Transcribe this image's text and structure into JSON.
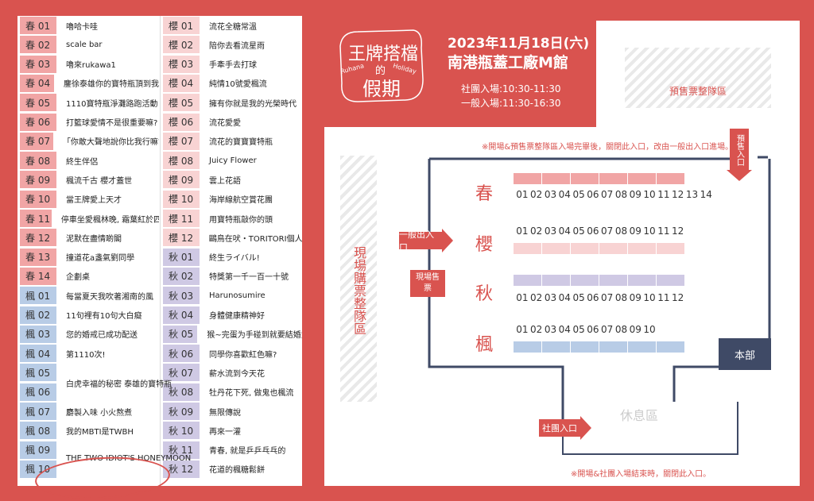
{
  "title": {
    "logo_cn": "王牌搭檔的假期",
    "logo_line1": "王牌搭檔",
    "logo_de": "的",
    "logo_line2": "假期",
    "logo_en_left": "Ruhana",
    "logo_en_right": "Holiday",
    "date": "2023年11月18日(六)",
    "venue": "南港瓶蓋工廠M館",
    "time1": "社團入場:10:30-11:30",
    "time2": "一般入場:11:30-16:30"
  },
  "booths_left": [
    {
      "code": "春 01",
      "name": "嚕哈卡哇",
      "type": "spring"
    },
    {
      "code": "春 02",
      "name": "scale bar",
      "type": "spring"
    },
    {
      "code": "春 03",
      "name": "嚕來rukawa1",
      "type": "spring"
    },
    {
      "code": "春 04",
      "name": "鏖徐泰雄你的寶特瓶頂到我了",
      "type": "spring"
    },
    {
      "code": "春 05",
      "name": "1110寶特瓶淨灘路跑活動",
      "type": "spring"
    },
    {
      "code": "春 06",
      "name": "打籃球愛情不是很重要嘛?",
      "type": "spring"
    },
    {
      "code": "春 07",
      "name": "「你敢大聲地說你比我行嘛?」",
      "type": "spring"
    },
    {
      "code": "春 08",
      "name": "終生伴侶",
      "type": "spring"
    },
    {
      "code": "春 09",
      "name": "楓流千古 櫻才蓋世",
      "type": "spring"
    },
    {
      "code": "春 10",
      "name": "當王牌愛上天才",
      "type": "spring"
    },
    {
      "code": "春 11",
      "name": "停車坐愛楓林晚, 霜葉紅於四月花",
      "type": "spring"
    },
    {
      "code": "春 12",
      "name": "泥默在盡情啲閣",
      "type": "spring"
    },
    {
      "code": "春 13",
      "name": "撞道花a盞氣劉同學",
      "type": "spring"
    },
    {
      "code": "春 14",
      "name": "企劃桌",
      "type": "spring"
    },
    {
      "code": "楓 01",
      "name": "每當夏天我吹著湘南的風",
      "type": "maple"
    },
    {
      "code": "楓 02",
      "name": "11句裡有10句大白癡",
      "type": "maple"
    },
    {
      "code": "楓 03",
      "name": "您的婚戒已成功配送",
      "type": "maple"
    },
    {
      "code": "楓 04",
      "name": "第1110次!",
      "type": "maple"
    },
    {
      "code": "楓 05",
      "name": "",
      "type": "maple"
    },
    {
      "code": "楓 06",
      "name": "",
      "type": "maple"
    },
    {
      "code": "楓 07",
      "name": "麝製入味 小火熬煮",
      "type": "maple"
    },
    {
      "code": "楓 08",
      "name": "我的MBTI是TWBH",
      "type": "maple"
    },
    {
      "code": "楓 09",
      "name": "",
      "type": "maple"
    },
    {
      "code": "楓 10",
      "name": "",
      "type": "maple"
    }
  ],
  "merged_names": {
    "m0506": "白虎幸福的秘密 泰雄的寶特瓶",
    "m0910": "THE TWO IDIOT'S HONEYMOON"
  },
  "booths_right": [
    {
      "code": "櫻 01",
      "name": "流花全糖常溫",
      "type": "sakura"
    },
    {
      "code": "櫻 02",
      "name": "陪你去看流星雨",
      "type": "sakura"
    },
    {
      "code": "櫻 03",
      "name": "手牽手去打球",
      "type": "sakura"
    },
    {
      "code": "櫻 04",
      "name": "純情10號愛楓流",
      "type": "sakura"
    },
    {
      "code": "櫻 05",
      "name": "擁有你就是我的光榮時代",
      "type": "sakura"
    },
    {
      "code": "櫻 06",
      "name": "流花愛愛",
      "type": "sakura"
    },
    {
      "code": "櫻 07",
      "name": "流花的寶寶寶特瓶",
      "type": "sakura"
    },
    {
      "code": "櫻 08",
      "name": "Juicy Flower",
      "type": "sakura"
    },
    {
      "code": "櫻 09",
      "name": "雲上花語",
      "type": "sakura"
    },
    {
      "code": "櫻 10",
      "name": "海岸線航空賞花團",
      "type": "sakura"
    },
    {
      "code": "櫻 11",
      "name": "用寶特瓶敲你的頭",
      "type": "sakura"
    },
    {
      "code": "櫻 12",
      "name": "鷗鳥在吠・TORITORI個人",
      "type": "sakura"
    },
    {
      "code": "秋 01",
      "name": "終生ライバル!",
      "type": "autumn"
    },
    {
      "code": "秋 02",
      "name": "特獎第一千一百一十號",
      "type": "autumn"
    },
    {
      "code": "秋 03",
      "name": "Harunosumire",
      "type": "autumn"
    },
    {
      "code": "秋 04",
      "name": "身體健康精神好",
      "type": "autumn"
    },
    {
      "code": "秋 05",
      "name": "猴~完蛋为手碰到就要結婚力",
      "type": "autumn"
    },
    {
      "code": "秋 06",
      "name": "同學你喜歡紅色嘛?",
      "type": "autumn"
    },
    {
      "code": "秋 07",
      "name": "薪水流到今天花",
      "type": "autumn"
    },
    {
      "code": "秋 08",
      "name": "牡丹花下死, 做鬼也楓流",
      "type": "autumn"
    },
    {
      "code": "秋 09",
      "name": "無限傳說",
      "type": "autumn"
    },
    {
      "code": "秋 10",
      "name": "再來一灌",
      "type": "autumn"
    },
    {
      "code": "秋 11",
      "name": "青春, 就是乒乒乓乓的",
      "type": "autumn"
    },
    {
      "code": "秋 12",
      "name": "花道的楓糖鬆餅",
      "type": "autumn"
    }
  ],
  "map": {
    "presale_zone": "預售票整隊區",
    "onsite_zone": "現場購票整隊區",
    "rest_zone": "休息區",
    "hq": "本部",
    "presale_entry": "預售入口",
    "general_entry": "一般出入口",
    "onsite_ticket": "現場售票",
    "club_entry": "社團入口",
    "note_top": "※開場&預售票整隊區入場完畢後，關閉此入口，改由一般出入口進場。",
    "note_bottom": "※開場&社團入場結束時，關閉此入口。",
    "zone_spring": "春",
    "zone_sakura": "櫻",
    "zone_autumn": "秋",
    "zone_maple": "楓",
    "nums14": [
      "01",
      "02",
      "03",
      "04",
      "05",
      "06",
      "07",
      "08",
      "09",
      "10",
      "11",
      "12",
      "13",
      "14"
    ],
    "nums12": [
      "01",
      "02",
      "03",
      "04",
      "05",
      "06",
      "07",
      "08",
      "09",
      "10",
      "11",
      "12"
    ],
    "nums10": [
      "01",
      "02",
      "03",
      "04",
      "05",
      "06",
      "07",
      "08",
      "09",
      "10"
    ]
  },
  "colors": {
    "spring": "#f1a5a5",
    "sakura": "#f8d3d3",
    "autumn": "#cfc9e4",
    "maple": "#b8cce6",
    "accent": "#d9534f",
    "hq": "#3f4a66"
  }
}
